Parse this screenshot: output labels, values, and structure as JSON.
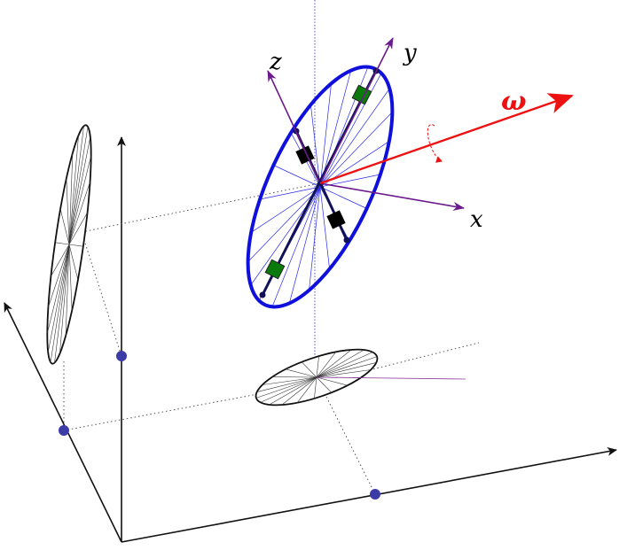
{
  "diagram": {
    "labels": {
      "x": "x",
      "y": "y",
      "z": "z",
      "omega": "ω"
    },
    "colors": {
      "disk": "#1010dd",
      "spokes": "#2a2aee",
      "body_axis": "#6a1a8a",
      "omega": "#ee1111",
      "mass_green": "#0a7a0a",
      "mass_black": "#000000",
      "axes": "#111111",
      "projection_dots": "#3c3ca8",
      "guide_lines": "#555555",
      "vertical_guide": "#5555cc"
    }
  }
}
